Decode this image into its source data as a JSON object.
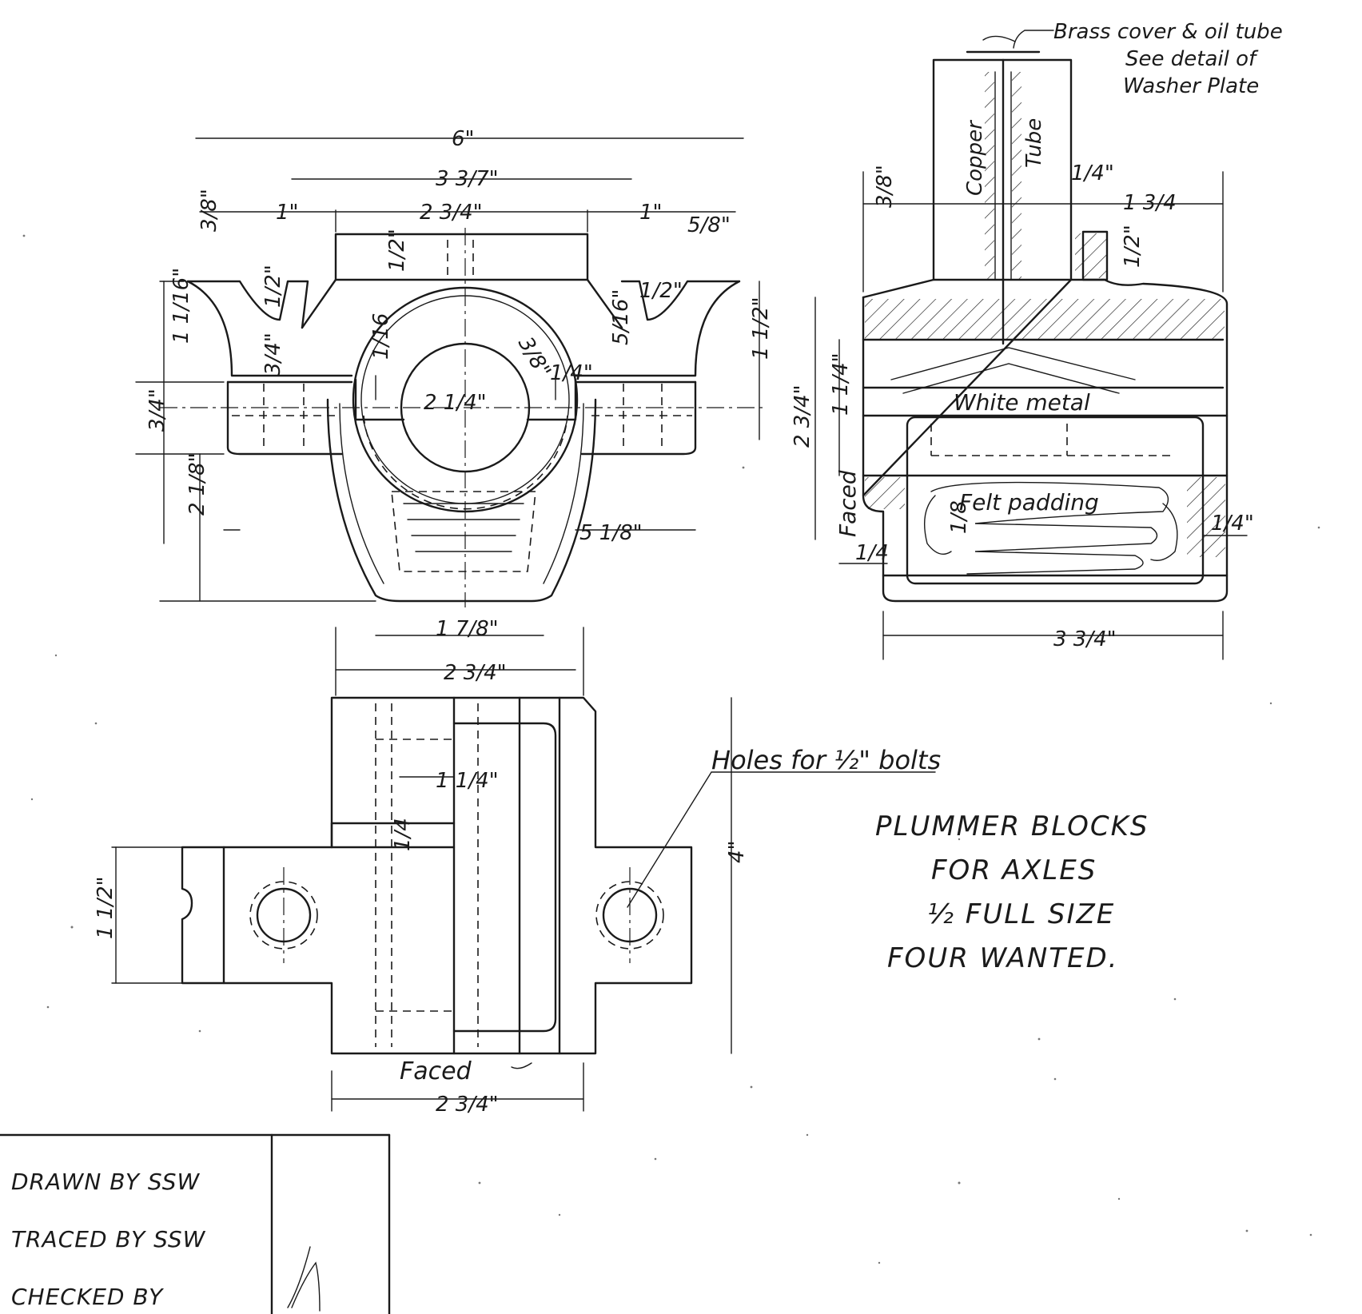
{
  "notes": {
    "brass_cover_line1": "Brass cover & oil tube",
    "brass_cover_line2": "See detail of",
    "brass_cover_line3": "Washer Plate",
    "copper": "Copper",
    "tube": "Tube",
    "white_metal": "White metal",
    "felt_padding": "Felt padding",
    "faced_side": "Faced",
    "faced_bottom": "Faced",
    "holes": "Holes for ½\" bolts"
  },
  "title_block": {
    "line1": "PLUMMER  BLOCKS",
    "line2": "FOR AXLES",
    "line3": "½ FULL SIZE",
    "line4": "FOUR  WANTED."
  },
  "signature_block": {
    "drawn": "DRAWN BY SSW",
    "traced": "TRACED BY SSW",
    "checked": "CHECKED BY"
  },
  "dimensions": {
    "front_overall": "6\"",
    "front_base_span": "3 3/7\"",
    "front_top_width": "2 3/4\"",
    "front_left_flange": "1\"",
    "front_right_flange": "1\"",
    "front_right_small": "5/8\"",
    "front_left_small": "3/8\"",
    "front_cap_h": "1/2\"",
    "front_left_h1": "1 1/16\"",
    "front_left_h2": "3/4\"",
    "front_left_h3": "2 1/8\"",
    "front_left_step": "1/2\"",
    "front_left_step2": "3/4\"",
    "front_right_step": "1/2\"",
    "front_right_step2": "5/16\"",
    "front_right_tiny": "1/4\"",
    "bore": "2 1/4\"",
    "shell_inner": "1/16",
    "shell_outer": "3/8\"",
    "housing_depth": "5 1/8\"",
    "housing_bottom": "1 7/8\"",
    "front_right_h": "1 1/2\"",
    "side_width": "3 3/4\"",
    "side_left_top": "3/8\"",
    "side_tube_w": "1/4\"",
    "side_right_top": "1 3/4",
    "side_cap_h": "1/2\"",
    "side_left_h": "2 3/4\"",
    "side_left_h2": "1 1/4\"",
    "side_felt": "1/8",
    "side_right_small": "1/4\"",
    "side_bottom_small": "1/4",
    "plan_top": "2 3/4\"",
    "plan_inner": "1 1/4\"",
    "plan_small": "1/4",
    "plan_height": "4\"",
    "plan_flange_h": "1 1/2\"",
    "plan_bottom": "2 3/4\""
  }
}
